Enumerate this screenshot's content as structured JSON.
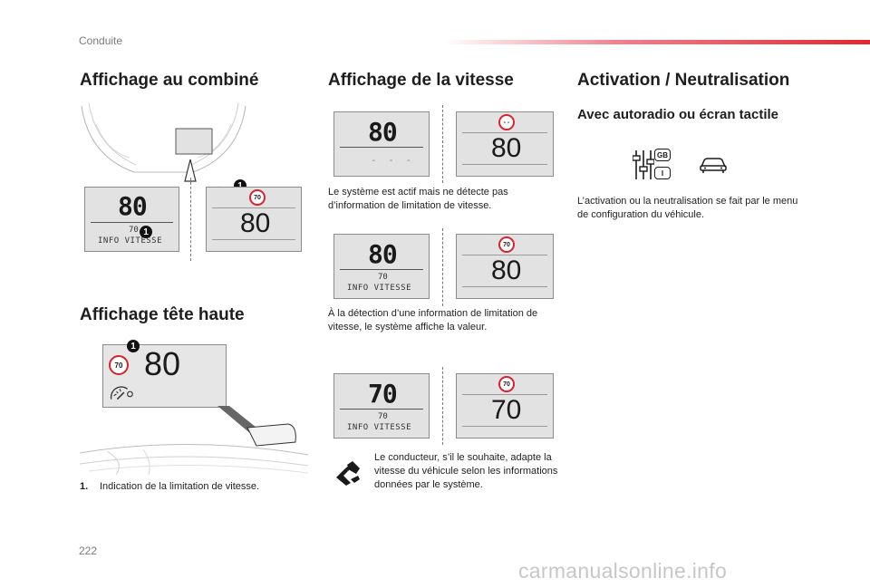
{
  "header": {
    "section": "Conduite"
  },
  "col1": {
    "title_combine": "Affichage au combiné",
    "left_screen": {
      "speed": "80",
      "limit": "70",
      "info": "INFO VITESSE",
      "callout": "1"
    },
    "right_screen": {
      "sign": "70",
      "speed": "80",
      "callout": "1"
    },
    "title_hud": "Affichage tête haute",
    "hud": {
      "sign": "70",
      "speed": "80",
      "callout": "1"
    },
    "caption_num": "1.",
    "caption_text": "Indication de la limitation de vitesse."
  },
  "col2": {
    "title": "Affichage de la vitesse",
    "row1": {
      "left_speed": "80",
      "left_dashes": "- - -",
      "right_sign": "- -",
      "right_speed": "80"
    },
    "text1": "Le système est actif mais ne détecte pas d’information de limitation de vitesse.",
    "row2": {
      "left_speed": "80",
      "left_limit": "70",
      "left_info": "INFO VITESSE",
      "right_sign": "70",
      "right_speed": "80"
    },
    "text2": "À la détection d’une information de limitation de vitesse, le système affiche la valeur.",
    "row3": {
      "left_speed": "70",
      "left_limit": "70",
      "left_info": "INFO VITESSE",
      "right_sign": "70",
      "right_speed": "70"
    },
    "text3": "Le conducteur, s’il le souhaite, adapte la vitesse du véhicule selon les informations données par le système."
  },
  "col3": {
    "title": "Activation / Neutralisation",
    "subtitle": "Avec autoradio ou écran tactile",
    "icon_badge_top": "GB",
    "icon_badge_bottom": "I",
    "text": "L’activation ou la neutralisation se fait par le menu de configuration du véhicule."
  },
  "footer": {
    "page": "222",
    "watermark": "carmanualsonline.info"
  },
  "colors": {
    "accent": "#e3262f",
    "sign_border": "#d9232d",
    "screen_bg": "#e2e2e2"
  }
}
